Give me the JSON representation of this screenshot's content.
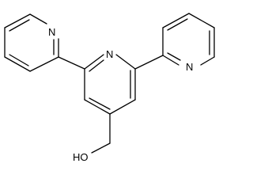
{
  "molecule": {
    "atom_labels": {
      "n_left_pyridine": "N",
      "n_central_pyridine": "N",
      "n_right_pyridine": "N",
      "hydroxyl": "HO"
    },
    "colors": {
      "bond": "#000000",
      "label": "#000000",
      "background": "#ffffff"
    }
  }
}
